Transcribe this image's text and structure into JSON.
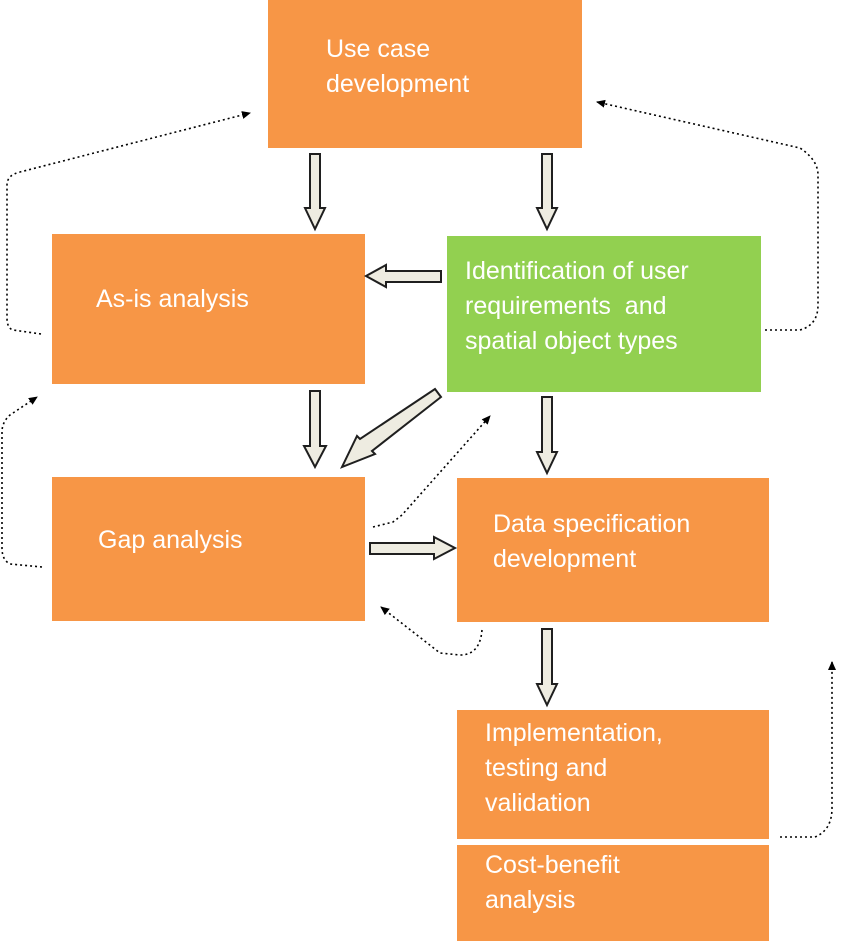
{
  "colors": {
    "orange": "#F79646",
    "green": "#92D050",
    "text": "#FFFFFF",
    "block_arrow_fill": "#EEECE1",
    "block_arrow_stroke": "#1F1F1F",
    "dotted_connector": "#000000"
  },
  "nodes": {
    "use_case": [
      "Use case",
      "development"
    ],
    "as_is": [
      "As-is analysis"
    ],
    "identification": [
      "Identification of user",
      "requirements  and",
      "spatial object types"
    ],
    "gap": [
      "Gap analysis"
    ],
    "data_spec": [
      "Data specification",
      "development"
    ],
    "implementation": [
      "Implementation,",
      "testing and",
      "validation"
    ],
    "cost_benefit": [
      "Cost-benefit",
      "analysis"
    ]
  },
  "edges": [
    {
      "from": "use_case",
      "to": "as_is",
      "style": "block-arrow"
    },
    {
      "from": "use_case",
      "to": "identification",
      "style": "block-arrow"
    },
    {
      "from": "identification",
      "to": "as_is",
      "style": "block-arrow"
    },
    {
      "from": "as_is",
      "to": "gap",
      "style": "block-arrow"
    },
    {
      "from": "identification",
      "to": "gap",
      "style": "block-arrow"
    },
    {
      "from": "identification",
      "to": "data_spec",
      "style": "block-arrow"
    },
    {
      "from": "gap",
      "to": "data_spec",
      "style": "block-arrow"
    },
    {
      "from": "data_spec",
      "to": "implementation",
      "style": "block-arrow"
    },
    {
      "from": "as_is",
      "to": "use_case",
      "style": "dotted-feedback"
    },
    {
      "from": "identification",
      "to": "use_case",
      "style": "dotted-feedback"
    },
    {
      "from": "gap",
      "to": "as_is",
      "style": "dotted-feedback"
    },
    {
      "from": "gap",
      "to": "identification",
      "style": "dotted-feedback"
    },
    {
      "from": "data_spec",
      "to": "gap",
      "style": "dotted-feedback"
    },
    {
      "from": "implementation",
      "to": "data_spec",
      "style": "dotted-feedback"
    }
  ]
}
